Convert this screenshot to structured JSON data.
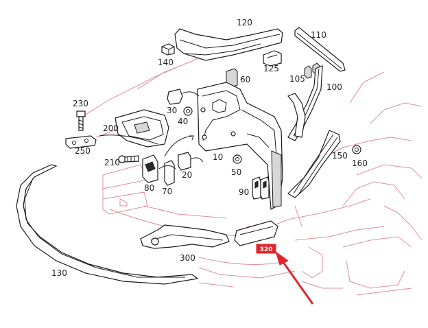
{
  "diagram": {
    "callouts": [
      {
        "id": "120",
        "text": "120"
      },
      {
        "id": "110",
        "text": "110"
      },
      {
        "id": "140",
        "text": "140"
      },
      {
        "id": "125",
        "text": "125"
      },
      {
        "id": "105",
        "text": "105"
      },
      {
        "id": "100",
        "text": "100"
      },
      {
        "id": "60",
        "text": "60"
      },
      {
        "id": "230",
        "text": "230"
      },
      {
        "id": "30",
        "text": "30"
      },
      {
        "id": "40",
        "text": "40"
      },
      {
        "id": "200",
        "text": "200"
      },
      {
        "id": "250",
        "text": "250"
      },
      {
        "id": "210",
        "text": "210"
      },
      {
        "id": "10",
        "text": "10"
      },
      {
        "id": "20",
        "text": "20"
      },
      {
        "id": "50",
        "text": "50"
      },
      {
        "id": "150",
        "text": "150"
      },
      {
        "id": "160",
        "text": "160"
      },
      {
        "id": "80",
        "text": "80"
      },
      {
        "id": "70",
        "text": "70"
      },
      {
        "id": "90",
        "text": "90"
      },
      {
        "id": "300",
        "text": "300"
      },
      {
        "id": "130",
        "text": "130"
      }
    ],
    "highlight": {
      "label": "320",
      "box_color": "#e0262d",
      "arrow_color": "#e0262d"
    },
    "colors": {
      "body_outline": "#e38b9a",
      "part_stroke": "#1a1a1a",
      "label": "#222222"
    }
  }
}
